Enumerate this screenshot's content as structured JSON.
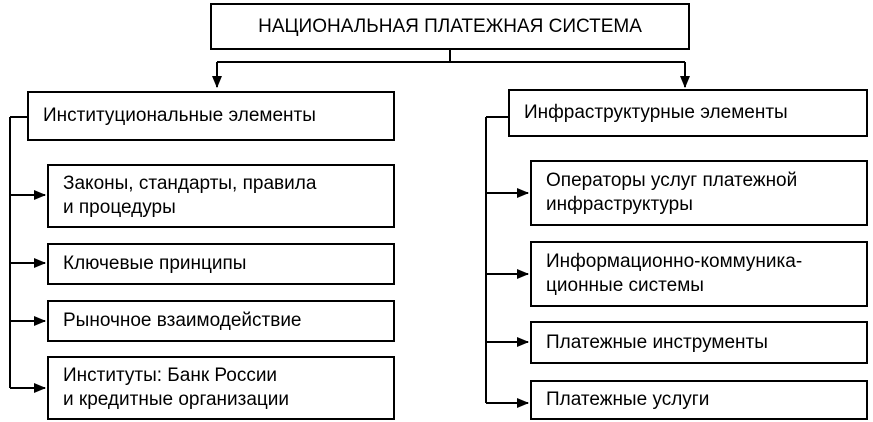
{
  "root": {
    "label": "НАЦИОНАЛЬНАЯ ПЛАТЕЖНАЯ СИСТЕМА"
  },
  "left_branch": {
    "title": "Институциональные элементы",
    "items": [
      {
        "line1": "Законы, стандарты, правила",
        "line2": "и процедуры"
      },
      {
        "line1": "Ключевые принципы",
        "line2": ""
      },
      {
        "line1": "Рыночное взаимодействие",
        "line2": ""
      },
      {
        "line1": "Институты: Банк России",
        "line2": "и кредитные организации"
      }
    ]
  },
  "right_branch": {
    "title": "Инфраструктурные элементы",
    "items": [
      {
        "line1": "Операторы услуг платежной",
        "line2": "инфраструктуры"
      },
      {
        "line1": "Информационно-коммуника-",
        "line2": "ционные системы"
      },
      {
        "line1": "Платежные инструменты",
        "line2": ""
      },
      {
        "line1": "Платежные услуги",
        "line2": ""
      }
    ]
  },
  "colors": {
    "line": "#000000",
    "box_border": "#000000",
    "background": "#ffffff"
  }
}
